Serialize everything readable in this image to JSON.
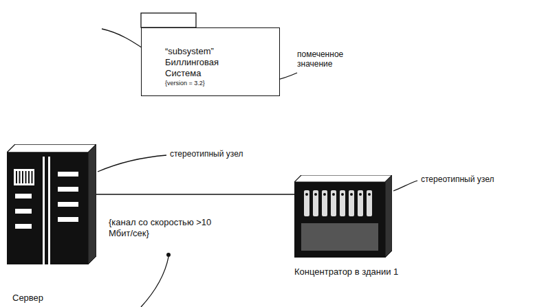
{
  "diagram": {
    "nodes": [
      {
        "text": [
          "“subsystem”",
          "Биллинговая Система",
          "{version = 3.2}"
        ]
      },
      {
        "text": [
          "Сервер"
        ]
      },
      {
        "text": [
          "Концентратор в здании 1"
        ]
      }
    ],
    "edges": [
      {
        "from": 1,
        "to": 2,
        "arrow": "none",
        "label": "{канал со скоростью >10 Мбит/сек}"
      }
    ],
    "labels": [
      "помеченное значение",
      "стереотипный узел",
      "стереотипный узел"
    ]
  }
}
